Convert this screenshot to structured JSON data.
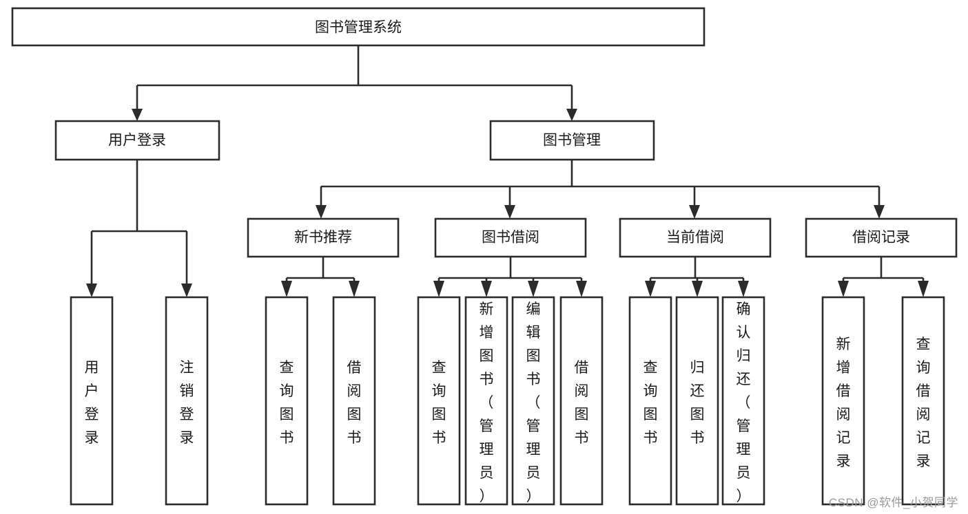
{
  "diagram": {
    "type": "tree-hierarchy",
    "title": "图书管理系统",
    "watermark": "CSDN @软件_小贺同学",
    "colors": {
      "box_stroke": "#2b2b2b",
      "box_fill": "#ffffff",
      "connector": "#2b2b2b",
      "text": "#1a1a1a",
      "watermark": "#9a9a9a",
      "background": "#ffffff"
    },
    "levels": {
      "root": {
        "label": "图书管理系统"
      },
      "level2": [
        {
          "id": "user-login",
          "label": "用户登录"
        },
        {
          "id": "book-manage",
          "label": "图书管理"
        }
      ],
      "level3": [
        {
          "id": "new-book-recommend",
          "label": "新书推荐",
          "parent": "book-manage"
        },
        {
          "id": "book-borrow",
          "label": "图书借阅",
          "parent": "book-manage"
        },
        {
          "id": "current-borrow",
          "label": "当前借阅",
          "parent": "book-manage"
        },
        {
          "id": "borrow-record",
          "label": "借阅记录",
          "parent": "book-manage"
        }
      ],
      "leaves": {
        "user-login": [
          {
            "id": "leaf-user-login",
            "label": "用户登录"
          },
          {
            "id": "leaf-user-logout",
            "label": "注销登录"
          }
        ],
        "new-book-recommend": [
          {
            "id": "leaf-query-book-1",
            "label": "查询图书"
          },
          {
            "id": "leaf-borrow-book-1",
            "label": "借阅图书"
          }
        ],
        "book-borrow": [
          {
            "id": "leaf-query-book-2",
            "label": "查询图书"
          },
          {
            "id": "leaf-add-book",
            "label": "新增图书（管理员）"
          },
          {
            "id": "leaf-edit-book",
            "label": "编辑图书（管理员）"
          },
          {
            "id": "leaf-borrow-book-2",
            "label": "借阅图书"
          }
        ],
        "current-borrow": [
          {
            "id": "leaf-query-book-3",
            "label": "查询图书"
          },
          {
            "id": "leaf-return-book",
            "label": "归还图书"
          },
          {
            "id": "leaf-confirm-return",
            "label": "确认归还（管理员）"
          }
        ],
        "borrow-record": [
          {
            "id": "leaf-add-record",
            "label": "新增借阅记录"
          },
          {
            "id": "leaf-query-record",
            "label": "查询借阅记录"
          }
        ]
      }
    }
  }
}
